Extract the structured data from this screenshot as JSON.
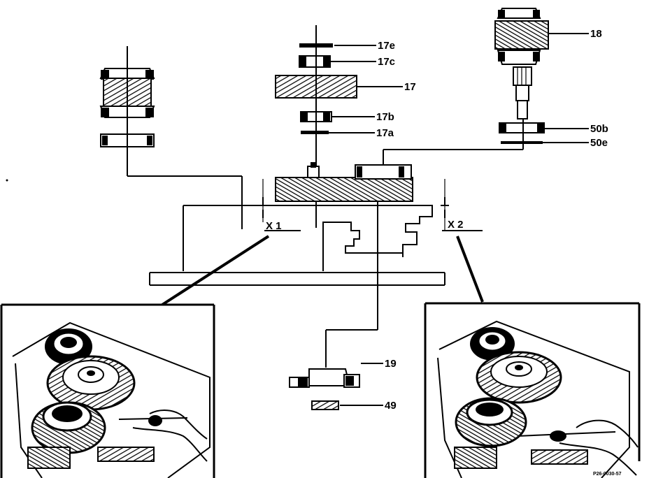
{
  "labels": {
    "part_17e": "17e",
    "part_17c": "17c",
    "part_17": "17",
    "part_17b": "17b",
    "part_17a": "17a",
    "part_18": "18",
    "part_50b": "50b",
    "part_50e": "50e",
    "part_19": "19",
    "part_49": "49",
    "dim_x1": "X 1",
    "dim_x2": "X 2",
    "figure_code": "P26-0030-57"
  }
}
